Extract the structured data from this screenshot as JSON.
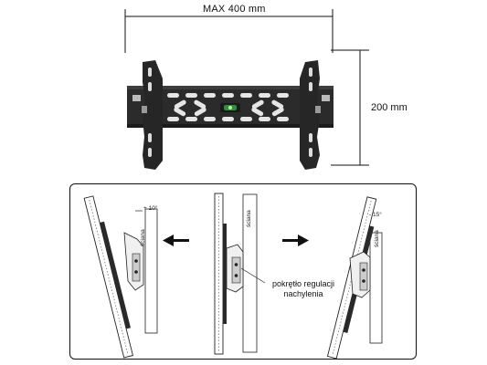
{
  "dimensions": {
    "width_label": "MAX 400 mm",
    "height_label": "200 mm"
  },
  "panel": {
    "wall_label": "ściana",
    "tilt_forward": "+ 10°",
    "tilt_back": "- 15°",
    "adjust_knob_label_line1": "pokrętło regulacji",
    "adjust_knob_label_line2": "nachylenia"
  },
  "colors": {
    "bracket": "#2b2b2b",
    "level_indicator": "#2f8f3a",
    "line": "#111111"
  }
}
